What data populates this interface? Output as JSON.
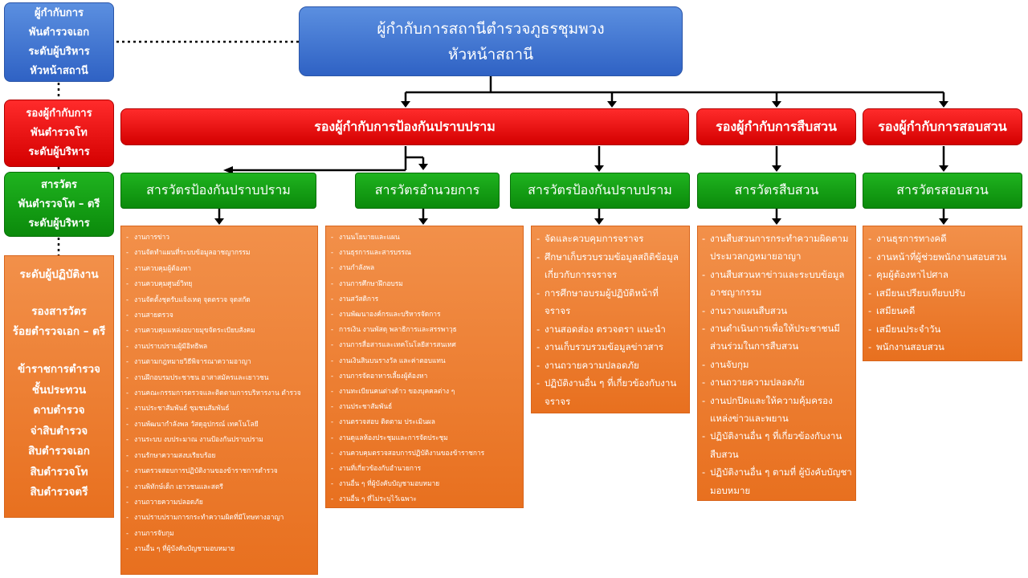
{
  "left_panel": {
    "blue_lines": [
      "ผู้กำกับการ",
      "พันตำรวจเอก",
      "ระดับผู้บริหาร",
      "หัวหน้าสถานี"
    ],
    "red_lines": [
      "รองผู้กำกับการ",
      "พันตำรวจโท",
      "ระดับผู้บริหาร"
    ],
    "green_lines": [
      "สารวัตร",
      "พันตำรวจโท – ตรี",
      "ระดับผู้บริหาร"
    ],
    "ops_title": "ระดับผู้ปฏิบัติงาน",
    "ops_lines_1": [
      "รองสารวัตร",
      "ร้อยตำรวจเอก – ตรี"
    ],
    "ops_lines_2": [
      "ข้าราชการตำรวจ",
      "ชั้นประทวน",
      "ดาบตำรวจ",
      "จ่าสิบตำรวจ",
      "สิบตำรวจเอก",
      "สิบตำรวจโท",
      "สิบตำรวจตรี"
    ]
  },
  "top": {
    "title_line1": "ผู้กำกับการสถานีตำรวจภูธรชุมพวง",
    "title_line2": "หัวหน้าสถานี"
  },
  "deputies": {
    "prevention": "รองผู้กำกับการป้องกันปราบปราม",
    "investigation": "รองผู้กำกับการสืบสวน",
    "inquiry": "รองผู้กำกับการสอบสวน"
  },
  "inspectors": {
    "prevention": "สารวัตรป้องกันปราบปราม",
    "admin": "สารวัตรอำนวยการ",
    "traffic": "สารวัตรป้องกันปราบปราม",
    "investigation": "สารวัตรสืบสวน",
    "inquiry": "สารวัตรสอบสวน"
  },
  "lists": {
    "prevention": [
      "งานการข่าว",
      "งานจัดทำแผนที่ระบบข้อมูลอาชญากรรม",
      "งานควบคุมผู้ต้องหา",
      "งานควบคุมศูนย์วิทยุ",
      "งานจัดตั้งชุดรับแจ้งเหตุ จุดตรวจ จุดสกัด",
      "งานสายตรวจ",
      "งานควบคุมแหล่งอบายมุขจัดระเบียบสังคม",
      "งานปราบปรามผู้มีอิทธิพล",
      "งานตามกฎหมายวิธีพิจารณาความอาญา",
      "งานฝึกอบรมประชาชน อาสาสมัครและเยาวชน",
      "งานคณะกรรมการตรวจและติดตามการบริหารงาน ตำรวจ",
      "งานประชาสัมพันธ์ ชุมชนสัมพันธ์",
      "งานพัฒนากำลังพล วัสดุอุปกรณ์ เทคโนโลยี",
      "งานระบบ งบประมาณ งานป้องกันปราบปราม",
      "งานรักษาความสงบเรียบร้อย",
      "งานตรวจสอบการปฏิบัติงานของข้าราชการตำรวจ",
      "งานพิทักษ์เด็ก เยาวชนและสตรี",
      "งานถวายความปลอดภัย",
      "งานปราบปรามการกระทำความผิดที่มีโทษทางอาญา",
      "งานการจับกุม",
      "งานอื่น ๆ ที่ผู้บังคับบัญชามอบหมาย"
    ],
    "admin": [
      "งานนโยบายและแผน",
      "งานธุรการและสารบรรณ",
      "งานกำลังพล",
      "งานการศึกษาฝึกอบรม",
      "งานสวัสดิการ",
      "งานพัฒนาองค์กรและบริหารจัดการ",
      "การเงิน งานพัสดุ พลาธิการและสรรพาวุธ",
      "งานการสื่อสารและเทคโนโลยีสารสนเทศ",
      "งานเงินสินบนรางวัล และค่าตอบแทน",
      "งานการจัดอาหารเลี้ยงผู้ต้องหา",
      "งานทะเบียนคนต่างด้าว ของบุคคลต่าง ๆ",
      "งานประชาสัมพันธ์",
      "งานตรวจสอบ ติดตาม ประเมินผล",
      "งานดูแลห้องประชุมและการจัดประชุม",
      "งานควบคุมตรวจสอบการปฏิบัติงานของข้าราชการ",
      "งานที่เกี่ยวข้องกับอำนวยการ",
      "งานอื่น ๆ ที่ผู้บังคับบัญชามอบหมาย",
      "งานอื่น ๆ ที่ไม่ระบุไว้เฉพาะ"
    ],
    "traffic": [
      "จัดและควบคุมการจราจร",
      "ศึกษาเก็บรวบรวมข้อมูลสถิติข้อมูล เกี่ยวกับการจราจร",
      "การศึกษาอบรมผู้ปฏิบัติหน้าที่ จราจร",
      "งานสอดส่อง ตรวจตรา แนะนำ",
      "งานเก็บรวบรวมข้อมูลข่าวสาร",
      "งานถวายความปลอดภัย",
      "ปฏิบัติงานอื่น ๆ ที่เกี่ยวข้องกับงาน จราจร"
    ],
    "investigation": [
      "งานสืบสวนการกระทำความผิดตาม ประมวลกฎหมายอาญา",
      "งานสืบสวนหาข่าวและระบบข้อมูล อาชญากรรม",
      "งานวางแผนสืบสวน",
      "งานดำเนินการเพื่อให้ประชาชนมี ส่วนร่วมในการสืบสวน",
      "งานจับกุม",
      "งานถวายความปลอดภัย",
      "งานปกปิดและให้ความคุ้มครอง แหล่งข่าวและพยาน",
      "ปฏิบัติงานอื่น ๆ ที่เกี่ยวข้องกับงาน สืบสวน",
      "ปฏิบัติงานอื่น ๆ ตามที่ ผู้บังคับบัญชามอบหมาย"
    ],
    "inquiry": [
      "งานธุรการทางคดี",
      "งานหน้าที่ผู้ช่วยพนักงานสอบสวน",
      "คุมผู้ต้องหาไปศาล",
      "เสมียนเปรียบเทียบปรับ",
      "เสมียนคดี",
      "เสมียนประจำวัน",
      "พนักงานสอบสวน"
    ]
  }
}
